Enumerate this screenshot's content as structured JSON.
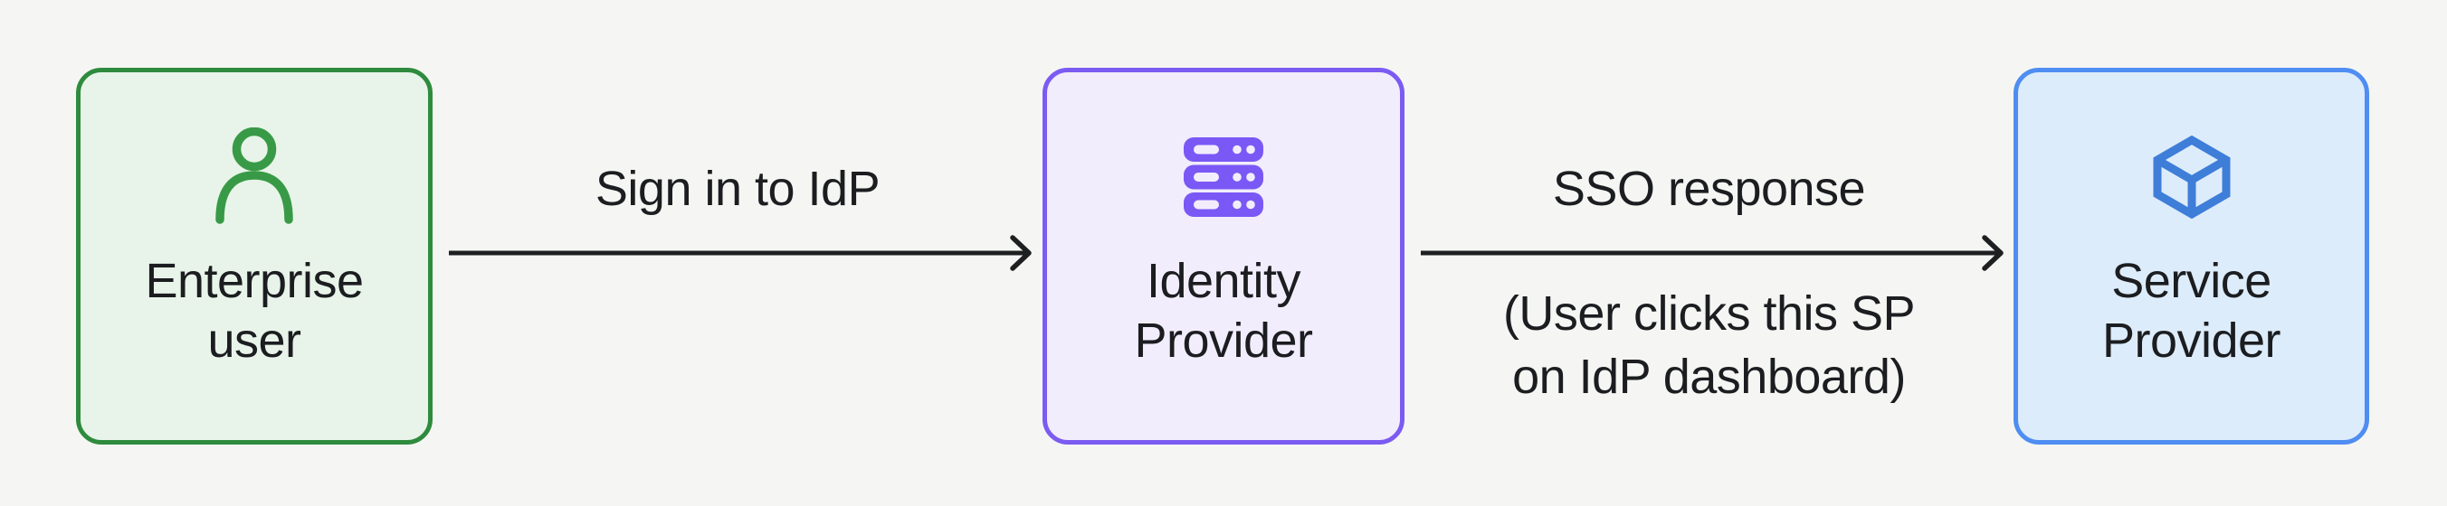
{
  "canvas": {
    "background": "#f5f6f3",
    "text_color": "#1b1d20",
    "arrow_color": "#1d1f21"
  },
  "nodes": [
    {
      "id": "enterprise-user",
      "label_lines": [
        "Enterprise",
        "user"
      ],
      "icon": "user-icon",
      "border_color": "#2e8b3e",
      "fill_color": "#e8f4e9",
      "icon_color": "#389a46"
    },
    {
      "id": "identity-provider",
      "label_lines": [
        "Identity",
        "Provider"
      ],
      "icon": "server-icon",
      "border_color": "#7b5bf2",
      "fill_color": "#f2edfc",
      "icon_color": "#7a58f5"
    },
    {
      "id": "service-provider",
      "label_lines": [
        "Service",
        "Provider"
      ],
      "icon": "cube-icon",
      "border_color": "#4f8df2",
      "fill_color": "#ddecfb",
      "icon_color": "#3e7ed8"
    }
  ],
  "arrows": [
    {
      "from": "enterprise-user",
      "to": "identity-provider",
      "label": "Sign in to IdP",
      "note_lines": []
    },
    {
      "from": "identity-provider",
      "to": "service-provider",
      "label": "SSO response",
      "note_lines": [
        "(User clicks this SP",
        "on IdP dashboard)"
      ]
    }
  ]
}
